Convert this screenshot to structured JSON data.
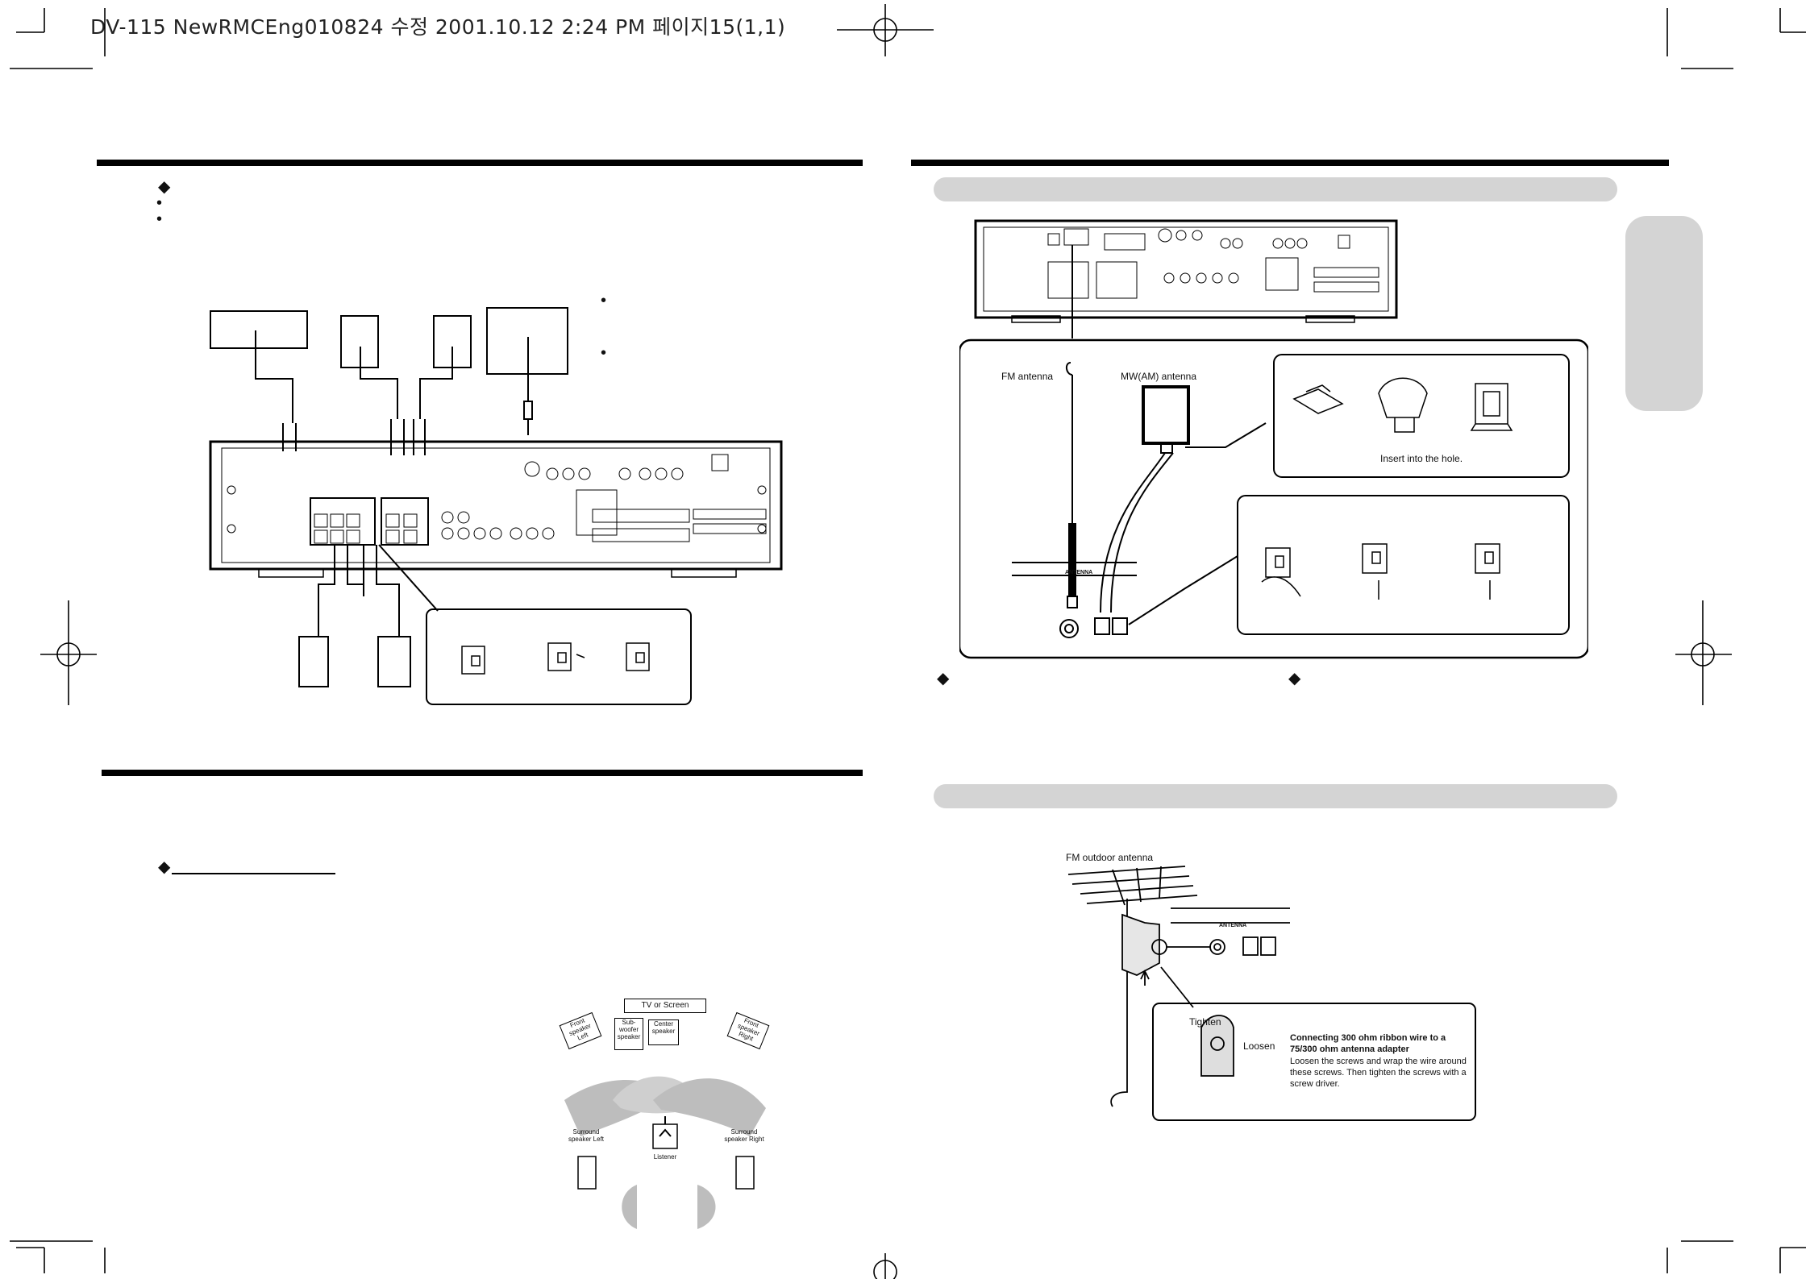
{
  "header": {
    "print_line": "DV-115 NewRMCEng010824 수정  2001.10.12 2:24 PM    페이지15(1,1)"
  },
  "left_page": {
    "speaker_diagram": {
      "listening_layout": {
        "tv_label": "TV or Screen",
        "front_left": "Front speaker Left",
        "subwoofer": "Sub-woofer speaker",
        "center": "Center speaker",
        "front_right": "Front speaker Right",
        "surround_left": "Surround speaker Left",
        "surround_right": "Surround speaker Right",
        "listener": "Listener"
      }
    }
  },
  "right_page": {
    "antenna_diagram": {
      "fm_antenna": "FM antenna",
      "am_antenna": "MW(AM) antenna",
      "insert_hole": "Insert into the hole.",
      "antenna_panel": "ANTENNA"
    },
    "outdoor_diagram": {
      "fm_outdoor": "FM outdoor antenna",
      "antenna_panel": "ANTENNA",
      "tighten": "Tighten",
      "loosen": "Loosen",
      "callout_title": "Connecting 300 ohm ribbon wire to a 75/300 ohm antenna adapter",
      "callout_body": "Loosen the screws and wrap the wire around these screws. Then tighten the screws with a screw driver."
    }
  },
  "colors": {
    "rule": "#000000",
    "band": "#d4d4d4",
    "tab": "#d4d4d4",
    "wedge": "#bdbdbd"
  }
}
